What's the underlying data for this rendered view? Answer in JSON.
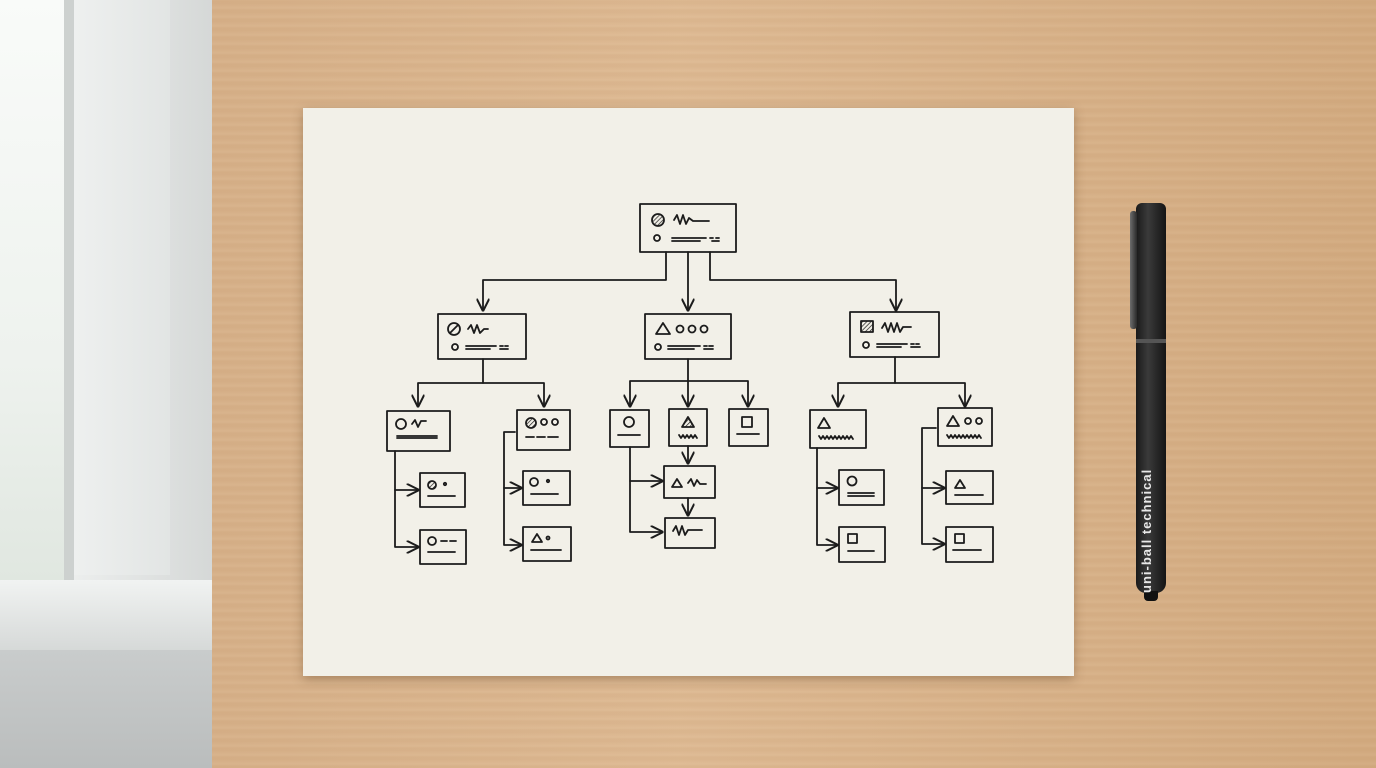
{
  "scene": {
    "background_colors": {
      "desk": "#d9b48c",
      "paper": "#f2f0e8",
      "ink": "#1c1c1c",
      "pen": "#1a1a1a"
    },
    "pen": {
      "brand_text": "uni-ball technical"
    }
  },
  "diagram": {
    "root": {
      "id": "root",
      "icons": [
        "hatched-circle"
      ]
    },
    "level1": [
      {
        "id": "l1-left",
        "icons": [
          "slashed-circle"
        ]
      },
      {
        "id": "l1-mid",
        "icons": [
          "triangle",
          "dot",
          "dot",
          "dot"
        ]
      },
      {
        "id": "l1-right",
        "icons": [
          "hatched-square"
        ]
      }
    ]
  }
}
